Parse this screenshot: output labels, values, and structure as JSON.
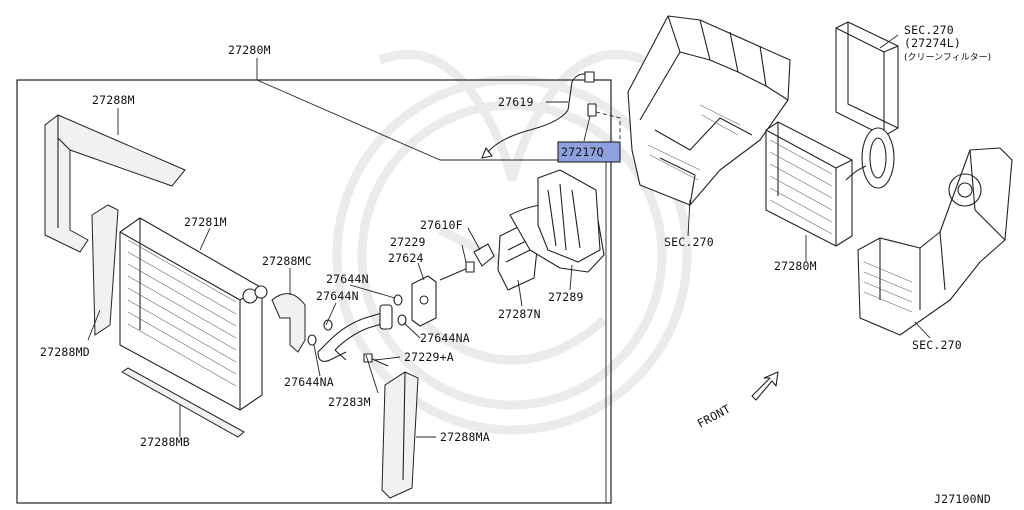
{
  "diagram": {
    "code": "J27100ND",
    "front_label": "FRONT",
    "labels": {
      "assembly": "27280M",
      "cover_top": "27288M",
      "evaporator": "27281M",
      "seal_mc": "27288MC",
      "seal_md": "27288MD",
      "seal_mb": "27288MB",
      "seal_ma": "27288MA",
      "oring_n1": "27644N",
      "oring_n2": "27644N",
      "oring_na1": "27644NA",
      "oring_na2": "27644NA",
      "pipe": "27283M",
      "bolt": "27229+A",
      "bolt2": "27229",
      "valve": "27624",
      "clip": "27610F",
      "intake_door": "27287N",
      "housing_cover": "27289",
      "sensor_wire": "27619",
      "sensor_highlight": "27217Q",
      "sec_upper": "SEC.270",
      "sec_lower": "SEC.270",
      "sec_filter": "SEC.270",
      "filter_code": "(27274L)",
      "filter_name": "(クリーンフィルター)",
      "evaporator_right": "27280M"
    },
    "highlight_color": "#8ea0dd"
  }
}
